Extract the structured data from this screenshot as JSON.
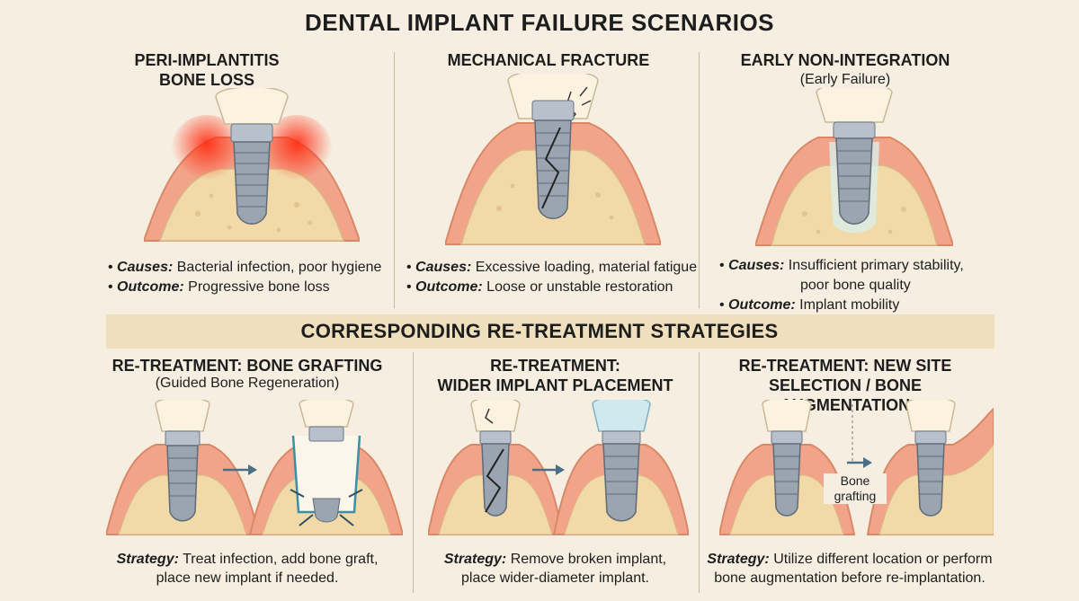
{
  "title": "DENTAL IMPLANT FAILURE SCENARIOS",
  "failures": [
    {
      "title_lines": [
        "PERI-IMPLANTITIS",
        "BONE LOSS"
      ],
      "subtitle": "",
      "bullets": [
        {
          "label": "Causes:",
          "text": "Bacterial infection, poor hygiene"
        },
        {
          "label": "Outcome:",
          "text": "Progressive bone loss"
        }
      ]
    },
    {
      "title_lines": [
        "MECHANICAL FRACTURE"
      ],
      "subtitle": "",
      "bullets": [
        {
          "label": "Causes:",
          "text": "Excessive loading, material fatigue"
        },
        {
          "label": "Outcome:",
          "text": "Loose or unstable restoration"
        }
      ]
    },
    {
      "title_lines": [
        "EARLY NON-INTEGRATION"
      ],
      "subtitle": "(Early Failure)",
      "bullets": [
        {
          "label": "Causes:",
          "text": "Insufficient primary stability,",
          "cont": "poor bone quality"
        },
        {
          "label": "Outcome:",
          "text": "Implant mobility"
        }
      ]
    }
  ],
  "strategies_title": "CORRESPONDING RE-TREATMENT STRATEGIES",
  "strategies": [
    {
      "title_lines": [
        "RE-TREATMENT: BONE GRAFTING"
      ],
      "subtitle": "(Guided Bone Regeneration)",
      "label": "Strategy:",
      "text_lines": [
        "Treat infection, add bone graft,",
        "place new implant if needed."
      ]
    },
    {
      "title_lines": [
        "RE-TREATMENT:",
        "WIDER IMPLANT PLACEMENT"
      ],
      "subtitle": "",
      "label": "Strategy:",
      "text_lines": [
        "Remove broken implant,",
        "place wider-diameter implant."
      ]
    },
    {
      "title_lines": [
        "RE-TREATMENT: NEW SITE",
        "SELECTION / BONE AUGMENTATION"
      ],
      "subtitle": "",
      "label": "Strategy:",
      "text_lines": [
        "Utilize different location or perform",
        "bone augmentation before re-implantation."
      ],
      "arrow_label_lines": [
        "Bone",
        "grafting"
      ]
    }
  ],
  "colors": {
    "background": "#f6efe1",
    "band": "#f0dfbd",
    "gum": "#f2a48a",
    "bone": "#f2d9a8",
    "implant": "#9aa5b1",
    "infection": "#ff3a20",
    "arrow": "#4a6f86"
  }
}
